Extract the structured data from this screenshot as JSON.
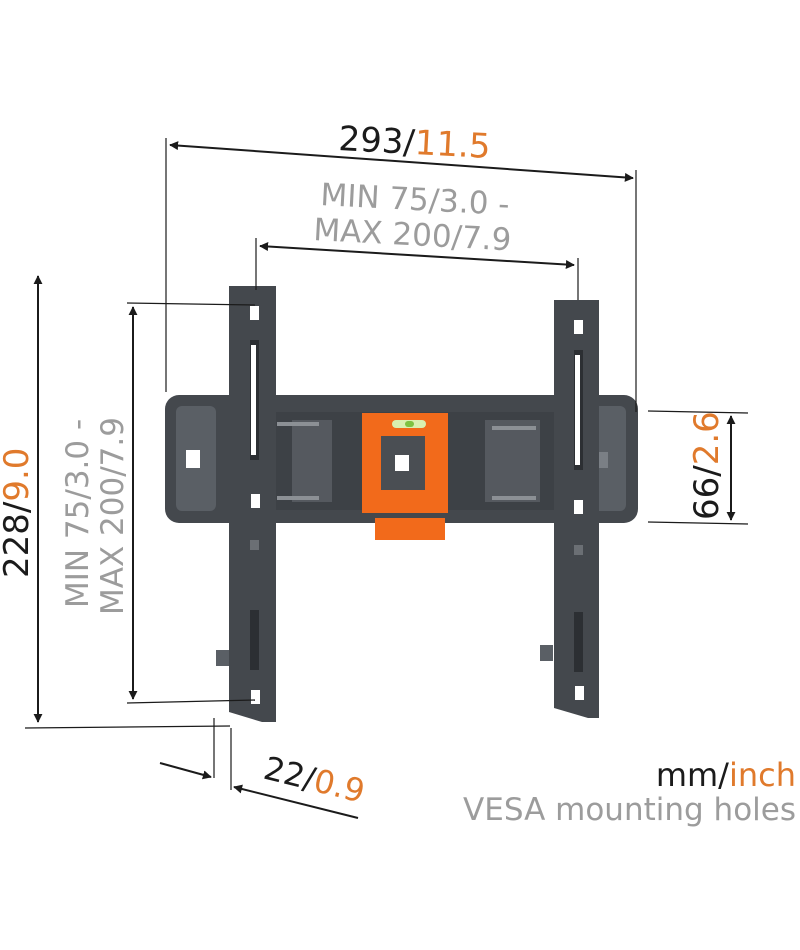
{
  "colors": {
    "dark": "#1b1b1b",
    "orange": "#e07a2c",
    "gray": "#9c9c9c",
    "metal": "#44484d",
    "metal_light": "#5a5f65",
    "level_orange": "#f26a1b"
  },
  "dimensions": {
    "overall_width": {
      "mm": "293/",
      "inch": "11.5"
    },
    "vesa_h_line1_mm": "MIN 75/",
    "vesa_h_line1_inch": "3.0 -",
    "vesa_h_line2_mm": "MAX 200/",
    "vesa_h_line2_inch": "7.9",
    "height": {
      "mm": "228/",
      "inch": "9.0"
    },
    "vesa_v_line1_mm": "MIN 75/",
    "vesa_v_line1_inch": "3.0 -",
    "vesa_v_line2_mm": "MAX 200/",
    "vesa_v_line2_inch": "7.9",
    "wall_plate_height": {
      "mm": "66/",
      "inch": "2.6"
    },
    "depth": {
      "mm": "22/",
      "inch": "0.9"
    }
  },
  "legend": {
    "unit_mm": "mm/",
    "unit_inch": "inch",
    "vesa_note": "VESA mounting holes"
  }
}
